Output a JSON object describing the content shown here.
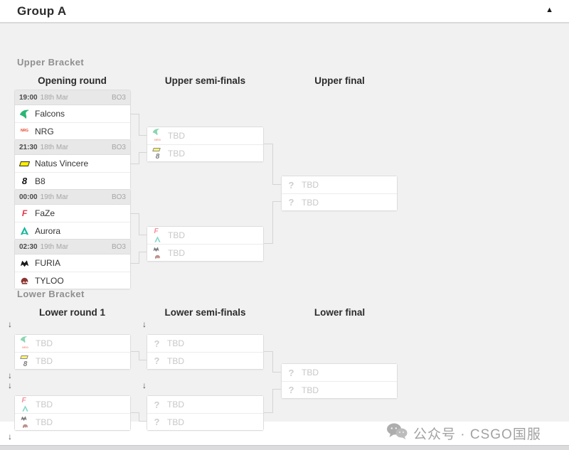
{
  "header": {
    "title": "Group A"
  },
  "icons": {
    "collapse": "▲",
    "drop": "↓",
    "unknown": "?"
  },
  "upper": {
    "label": "Upper Bracket",
    "columns": [
      "Opening round",
      "Upper semi-finals",
      "Upper final"
    ],
    "opening": [
      {
        "time": "19:00",
        "date": "18th Mar",
        "format": "BO3",
        "team1": {
          "name": "Falcons",
          "color": "#2bb673"
        },
        "team2": {
          "name": "NRG",
          "color": "#e8452c"
        }
      },
      {
        "time": "21:30",
        "date": "18th Mar",
        "format": "BO3",
        "team1": {
          "name": "Natus Vincere",
          "color": "#ffee00"
        },
        "team2": {
          "name": "B8",
          "color": "#111111"
        }
      },
      {
        "time": "00:00",
        "date": "19th Mar",
        "format": "BO3",
        "team1": {
          "name": "FaZe",
          "color": "#e8374f"
        },
        "team2": {
          "name": "Aurora",
          "color": "#17b79c"
        }
      },
      {
        "time": "02:30",
        "date": "19th Mar",
        "format": "BO3",
        "team1": {
          "name": "FURIA",
          "color": "#1a1a1a"
        },
        "team2": {
          "name": "TYLOO",
          "color": "#7e3230"
        }
      }
    ],
    "semifinals": [
      {
        "team1": {
          "name": "TBD"
        },
        "team2": {
          "name": "TBD"
        }
      },
      {
        "team1": {
          "name": "TBD"
        },
        "team2": {
          "name": "TBD"
        }
      }
    ],
    "final": {
      "team1": {
        "name": "TBD"
      },
      "team2": {
        "name": "TBD"
      }
    }
  },
  "lower": {
    "label": "Lower Bracket",
    "columns": [
      "Lower round 1",
      "Lower semi-finals",
      "Lower final"
    ],
    "round1": [
      {
        "team1": {
          "name": "TBD"
        },
        "team2": {
          "name": "TBD"
        }
      },
      {
        "team1": {
          "name": "TBD"
        },
        "team2": {
          "name": "TBD"
        }
      }
    ],
    "semifinals": [
      {
        "team1": {
          "name": "TBD"
        },
        "team2": {
          "name": "TBD"
        }
      },
      {
        "team1": {
          "name": "TBD"
        },
        "team2": {
          "name": "TBD"
        }
      }
    ],
    "final": {
      "team1": {
        "name": "TBD"
      },
      "team2": {
        "name": "TBD"
      }
    }
  },
  "footer": {
    "watermark": "公众号 · CSGO国服"
  }
}
